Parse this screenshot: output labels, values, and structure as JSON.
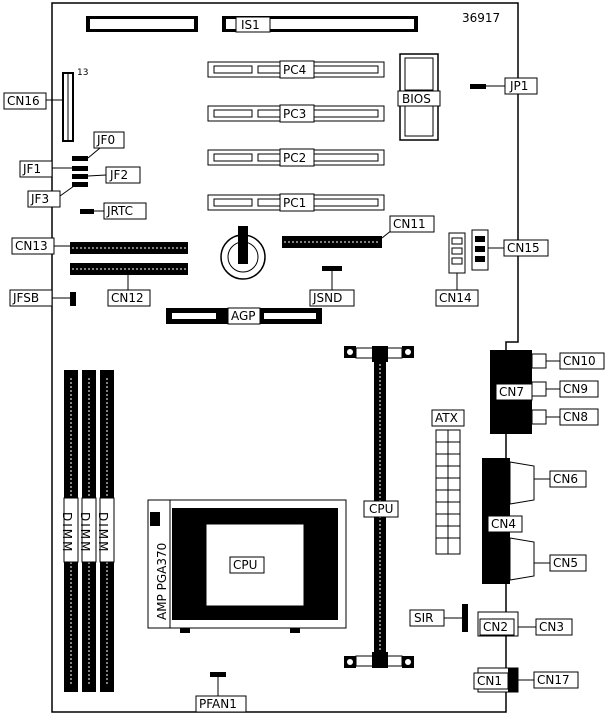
{
  "board_id": "36917",
  "pin_marker": "13",
  "labels": {
    "is1": "IS1",
    "pc4": "PC4",
    "pc3": "PC3",
    "pc2": "PC2",
    "pc1": "PC1",
    "bios": "BIOS",
    "jp1": "JP1",
    "cn16": "CN16",
    "jf0": "JF0",
    "jf1": "JF1",
    "jf2": "JF2",
    "jf3": "JF3",
    "jrtc": "JRTC",
    "cn11": "CN11",
    "cn13": "CN13",
    "cn15": "CN15",
    "cn12": "CN12",
    "cn14": "CN14",
    "jfsb": "JFSB",
    "jsnd": "JSND",
    "agp": "AGP",
    "cn10": "CN10",
    "cn7": "CN7",
    "cn9": "CN9",
    "cn8": "CN8",
    "atx": "ATX",
    "cn6": "CN6",
    "cn4": "CN4",
    "cn5": "CN5",
    "cpu_slot": "CPU",
    "cpu_socket": "CPU",
    "socket_name": "AMP PGA370",
    "dimm1": "DIMM",
    "dimm2": "DIMM",
    "dimm3": "DIMM",
    "sir": "SIR",
    "cn2": "CN2",
    "cn3": "CN3",
    "cn1": "CN1",
    "cn17": "CN17",
    "pfan1": "PFAN1"
  }
}
